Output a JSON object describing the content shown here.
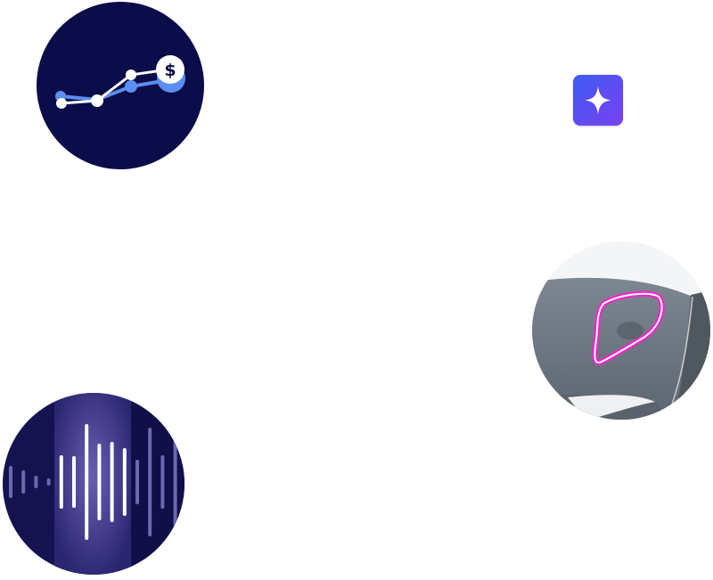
{
  "chart_badge": {
    "symbol": "$",
    "icon": "dollar-coin-icon"
  },
  "icons": [
    "line-chart-icon",
    "sparkle-icon",
    "car-fuel-door-icon",
    "audio-waveform-icon"
  ],
  "colors": {
    "navy": "#0b0d4a",
    "accent_blue": "#5b8ef0",
    "sparkle_gradient_start": "#3d5cf5",
    "sparkle_gradient_end": "#7a3ff0",
    "highlight_magenta": "#ff1fd0",
    "car_gray": "#6b7580"
  },
  "waveform": {
    "bar_heights": [
      36,
      26,
      14,
      8,
      60,
      58,
      130,
      86,
      90,
      76,
      50,
      122,
      60,
      100
    ],
    "highlighted_bars": [
      4,
      5,
      6,
      7,
      8,
      9
    ]
  }
}
